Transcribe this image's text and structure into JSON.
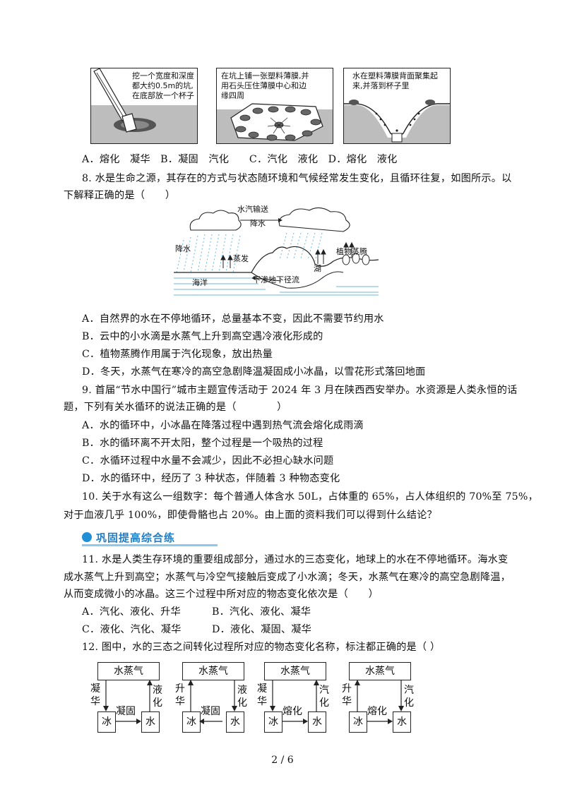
{
  "fig7": {
    "panel1": [
      "挖一个宽度和深度",
      "都大约0.5m的坑,",
      "在底部放一个杯子"
    ],
    "panel2": [
      "在坑上铺一张塑料薄膜,并",
      "用石头压住薄膜中心和边",
      "缘四周"
    ],
    "panel3": [
      "水在塑料薄膜背面聚集起",
      "来,并落到杯子里"
    ]
  },
  "q7_options": "A．熔化　凝华　B．凝固　汽化　　C．汽化　液化　D．熔化　液化",
  "q8": {
    "stem_line1": "8. 水是生命之源，其存在的方式与状态随环境和气候经常发生变化，且循环往复，如图所示。以",
    "stem_line2": "下解释正确的是（　　）",
    "figure_labels": {
      "transport": "水汽输送",
      "rain_top": "降水",
      "rain_left": "降水",
      "evaporation": "蒸发",
      "transpiration": "植物蒸腾",
      "lake": "湖",
      "ocean": "海洋",
      "runoff": "下渗地下径流"
    },
    "options": [
      "A．自然界的水在不停地循环，总量基本不变，因此不需要节约用水",
      "B．云中的小水滴是水蒸气上升到高空遇冷液化形成的",
      "C．植物蒸腾作用属于汽化现象，放出热量",
      "D．冬天，水蒸气在寒冷的高空急剧降温凝固成小冰晶，以雪花形式落回地面"
    ]
  },
  "q9": {
    "stem_line1": "9. 首届“节水中国行”城市主题宣传活动于 2024 年 3 月在陕西西安举办。水资源是人类永恒的话",
    "stem_line2": "题，下列有关水循环的说法正确的是（　　　　）",
    "options": [
      "A．水的循环中，小冰晶在降落过程中遇到热气流会熔化成雨滴",
      "B．水的循环离不开太阳，整个过程是一个吸热的过程",
      "C．水循环过程中水量不会减少，因此不必担心缺水问题",
      "D．水的循环中，经历了 3 种状态，伴随着 3 种物态变化"
    ]
  },
  "q10": {
    "line1": "10. 关于水有这么一组数字：每个普通人体含水 50L，占体重的 65%，占人体组织的 70%至 75%，",
    "line2": "对于血液几乎 100%，即使骨骼也占 20%。由上面的资料我们可以得到什么结论？"
  },
  "section_title": "巩固提高综合练",
  "q11": {
    "line1": "11. 水是人类生存环境的重要组成部分，通过水的三态变化，地球上的水在不停地循环。海水变",
    "line2": "成水蒸气上升到高空；水蒸气与冷空气接触后变成了小水滴；冬天，水蒸气在寒冷的高空急剧降温，",
    "line3": "从而变成微小的冰晶。这三个过程中所对应的物态变化依次是（　　）",
    "opt_a": "A．汽化、液化、升华",
    "opt_b": "B．汽化、液化、凝华",
    "opt_c": "C．液化、汽化、凝华",
    "opt_d": "D．液化、凝固、凝华"
  },
  "q12": {
    "stem": "12. 图中，水的三态之间转化过程所对应的物态变化名称，标注都正确的是（ ）",
    "diagrams": [
      {
        "vapor": "水蒸气",
        "ice": "冰",
        "water": "水",
        "left_arrow": [
          "凝",
          "华"
        ],
        "right_arrow": [
          "液",
          "化"
        ],
        "bottom": "凝固"
      },
      {
        "vapor": "水蒸气",
        "ice": "冰",
        "water": "水",
        "left_arrow": [
          "升",
          "华"
        ],
        "right_arrow": [
          "液",
          "化"
        ],
        "bottom": "凝固"
      },
      {
        "vapor": "水蒸气",
        "ice": "冰",
        "water": "水",
        "left_arrow": [
          "凝",
          "华"
        ],
        "right_arrow": [
          "汽",
          "化"
        ],
        "bottom": "熔化"
      },
      {
        "vapor": "水蒸气",
        "ice": "冰",
        "water": "水",
        "left_arrow": [
          "升",
          "华"
        ],
        "right_arrow": [
          "汽",
          "化"
        ],
        "bottom": "熔化"
      }
    ]
  },
  "page_number": "2 / 6"
}
